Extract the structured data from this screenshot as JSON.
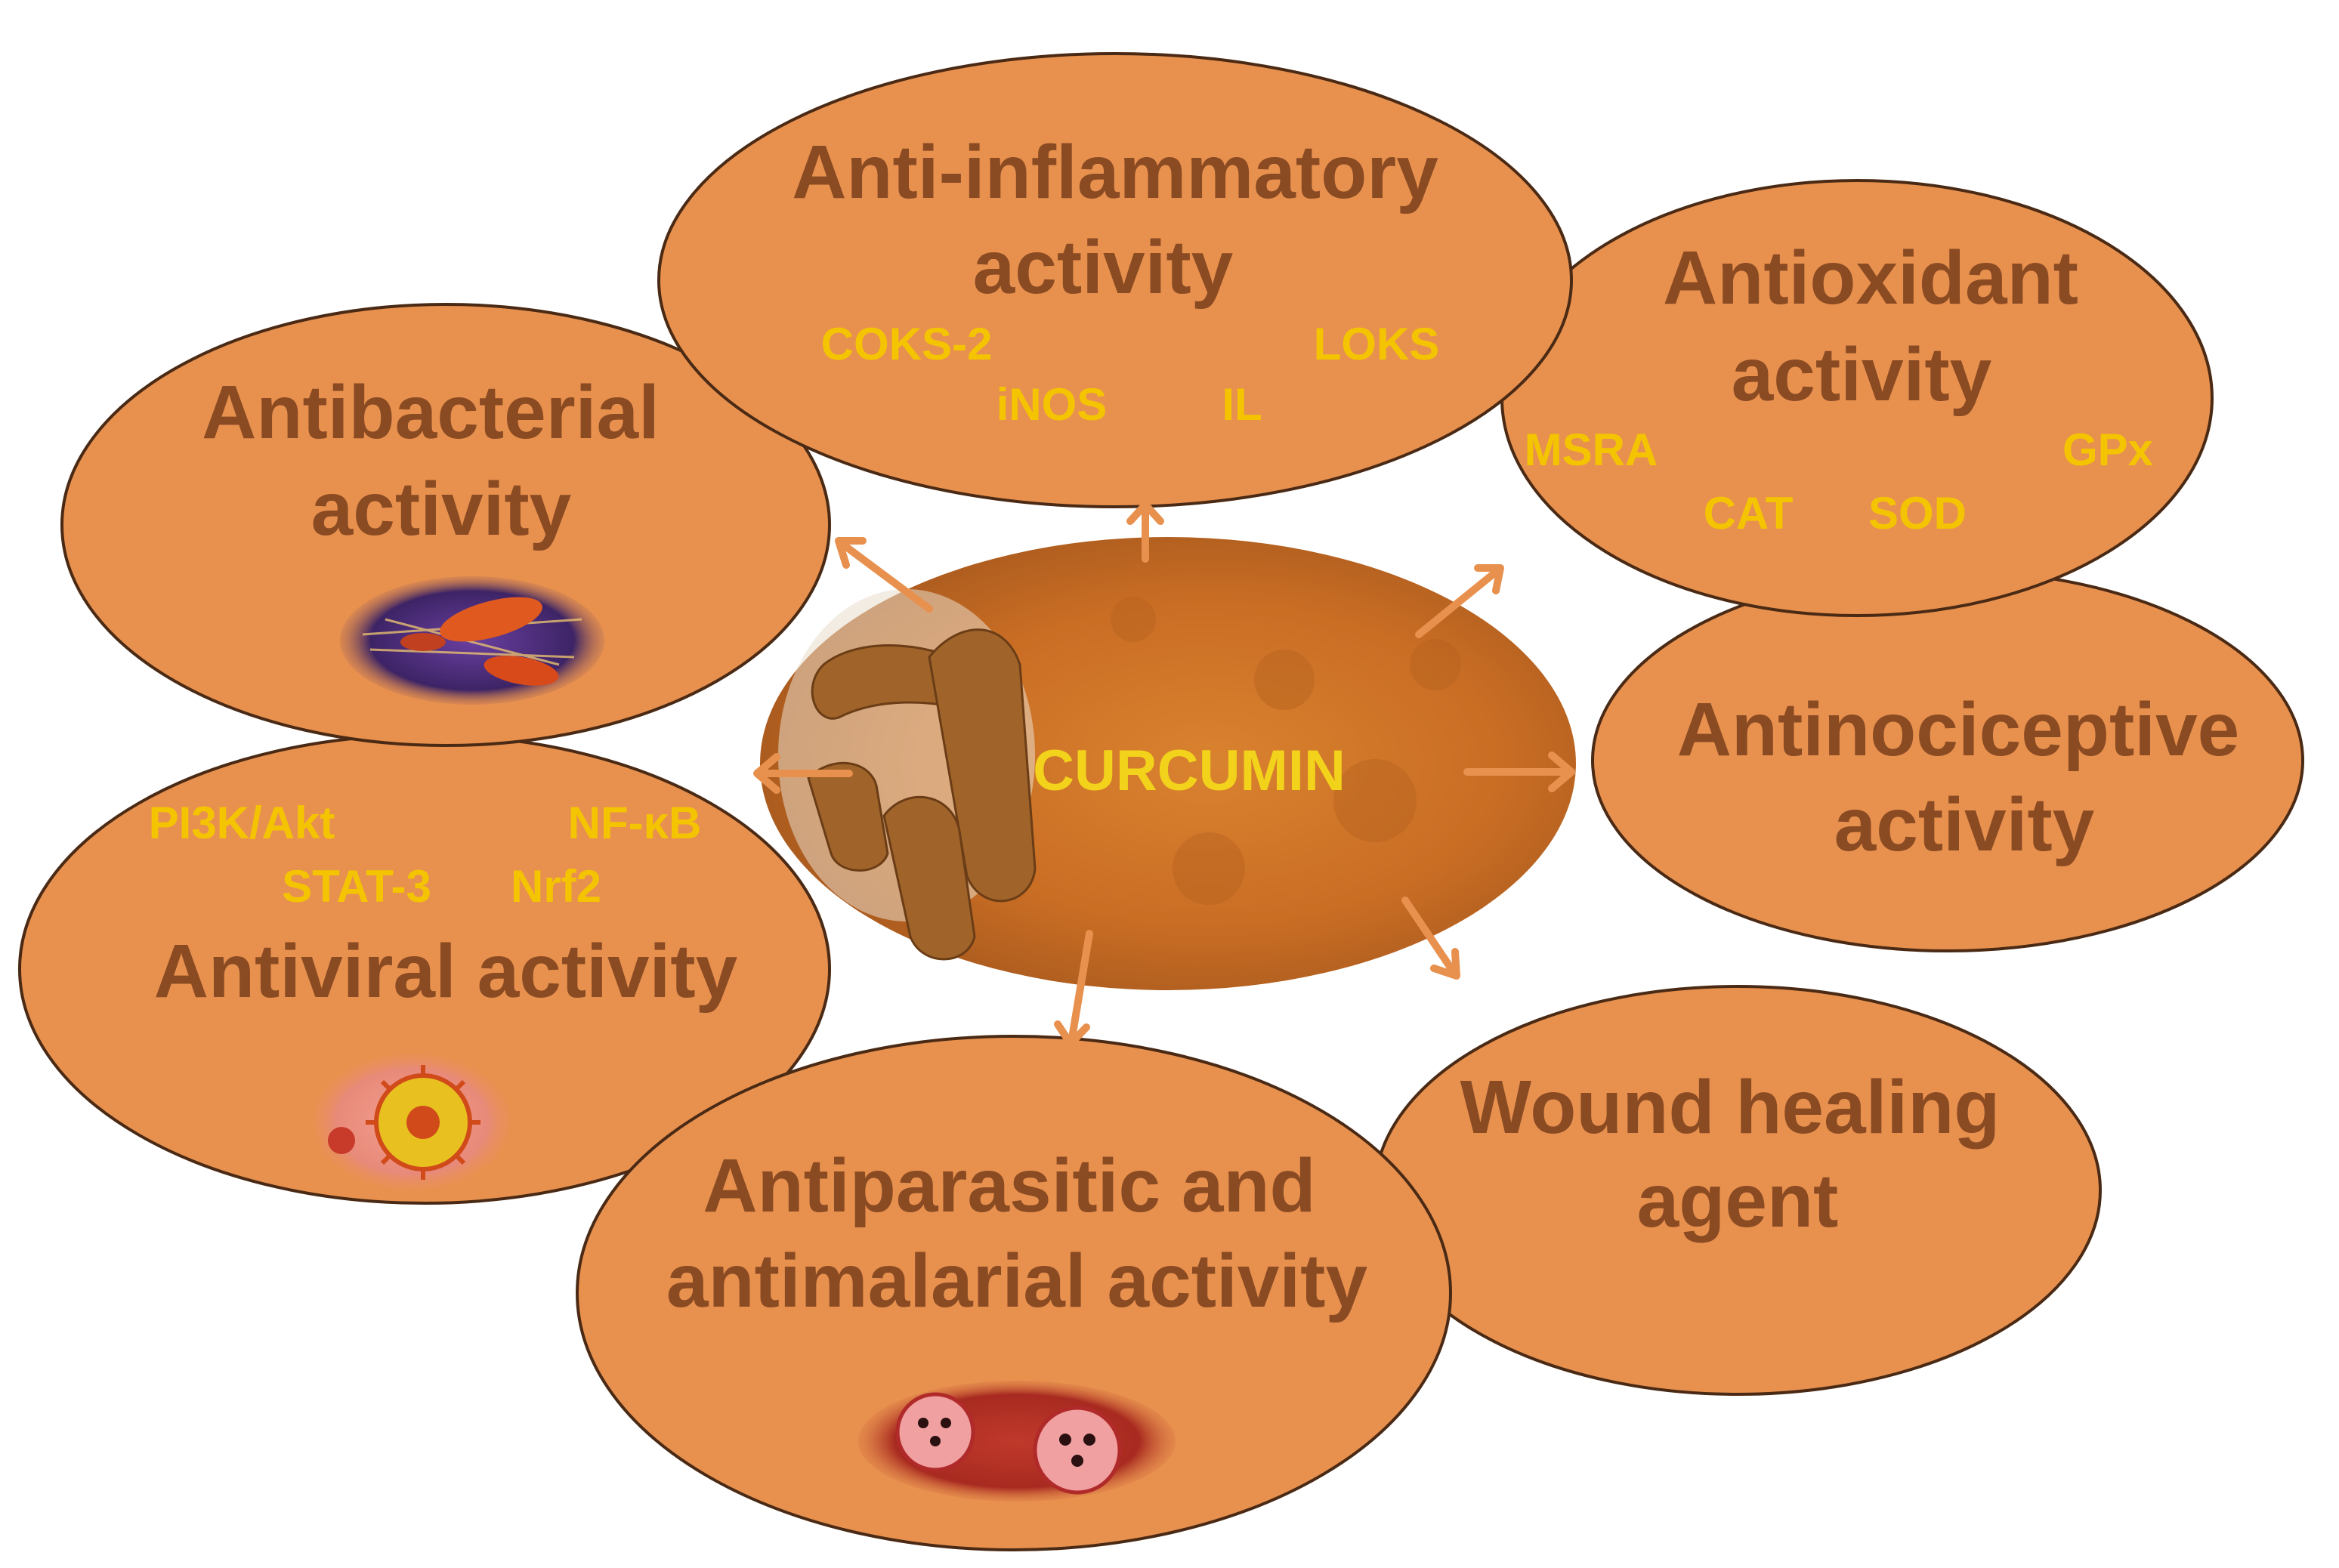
{
  "center": {
    "label": "CURCUMIN"
  },
  "nodes": {
    "anti_inflammatory": {
      "title_line1": "Anti-inflammatory",
      "title_line2": "activity",
      "m1": "COKS-2",
      "m2": "LOKS",
      "m3": "iNOS",
      "m4": "IL"
    },
    "antioxidant": {
      "title_line1": "Antioxidant",
      "title_line2": "activity",
      "m1": "MSRA",
      "m2": "GPx",
      "m3": "CAT",
      "m4": "SOD"
    },
    "antibacterial": {
      "title_line1": "Antibacterial",
      "title_line2": "activity"
    },
    "antinociceptive": {
      "title_line1": "Antinociceptive",
      "title_line2": "activity"
    },
    "antiviral": {
      "title_line1": "Antiviral activity",
      "m1": "PI3K/Akt",
      "m2": "NF-κB",
      "m3": "STAT-3",
      "m4": "Nrf2"
    },
    "wound_healing": {
      "title_line1": "Wound healing",
      "title_line2": "agent"
    },
    "antiparasitic": {
      "title_line1": "Antiparasitic and",
      "title_line2": "antimalarial activity"
    }
  },
  "colors": {
    "ellipse_fill": "#e8914f",
    "ellipse_stroke": "#4a2a14",
    "title_text": "#8a4a22",
    "marker_text": "#f5c400",
    "arrow": "#e8914f",
    "center_label": "#f2d21a"
  },
  "icons": {
    "antibacterial": "bacteria-icon",
    "antiviral": "virus-icon",
    "antiparasitic": "parasite-cell-icon"
  }
}
